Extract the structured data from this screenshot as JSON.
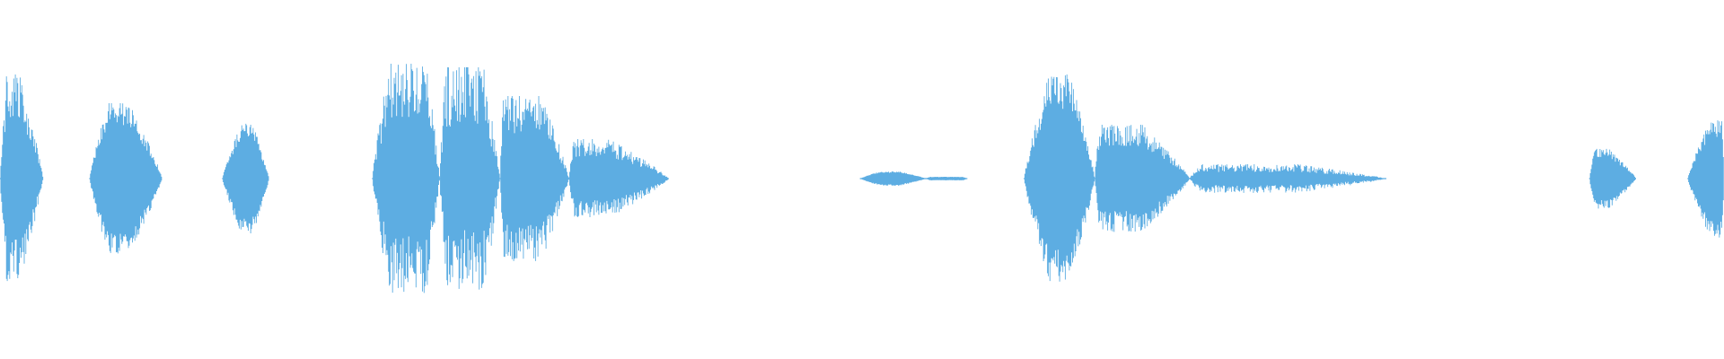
{
  "waveform": {
    "color": "#5dade2",
    "background": "#ffffff",
    "amplitude_range": [
      -1,
      1
    ],
    "segments": [
      {
        "start": 0.0,
        "end": 0.025,
        "peak": 0.58,
        "attack": 0.15,
        "decay": 0.55,
        "texture": 0.45
      },
      {
        "start": 0.052,
        "end": 0.094,
        "peak": 0.42,
        "attack": 0.25,
        "decay": 0.45,
        "texture": 0.3
      },
      {
        "start": 0.129,
        "end": 0.156,
        "peak": 0.31,
        "attack": 0.4,
        "decay": 0.35,
        "texture": 0.3
      },
      {
        "start": 0.216,
        "end": 0.255,
        "peak": 0.64,
        "attack": 0.25,
        "decay": 0.2,
        "texture": 0.5
      },
      {
        "start": 0.255,
        "end": 0.29,
        "peak": 0.62,
        "attack": 0.1,
        "decay": 0.25,
        "texture": 0.55
      },
      {
        "start": 0.29,
        "end": 0.33,
        "peak": 0.46,
        "attack": 0.05,
        "decay": 0.4,
        "texture": 0.45
      },
      {
        "start": 0.33,
        "end": 0.388,
        "peak": 0.22,
        "attack": 0.05,
        "decay": 0.6,
        "texture": 0.45
      },
      {
        "start": 0.499,
        "end": 0.537,
        "peak": 0.04,
        "attack": 0.3,
        "decay": 0.4,
        "texture": 0.2
      },
      {
        "start": 0.537,
        "end": 0.561,
        "peak": 0.01,
        "attack": 0.1,
        "decay": 0.1,
        "texture": 0.2
      },
      {
        "start": 0.594,
        "end": 0.635,
        "peak": 0.58,
        "attack": 0.35,
        "decay": 0.35,
        "texture": 0.35
      },
      {
        "start": 0.635,
        "end": 0.69,
        "peak": 0.3,
        "attack": 0.05,
        "decay": 0.5,
        "texture": 0.4
      },
      {
        "start": 0.69,
        "end": 0.804,
        "peak": 0.08,
        "attack": 0.05,
        "decay": 0.45,
        "texture": 0.55
      },
      {
        "start": 0.922,
        "end": 0.949,
        "peak": 0.17,
        "attack": 0.1,
        "decay": 0.6,
        "texture": 0.3
      },
      {
        "start": 0.979,
        "end": 1.0,
        "peak": 0.33,
        "attack": 0.6,
        "decay": 0.05,
        "texture": 0.3
      }
    ]
  }
}
